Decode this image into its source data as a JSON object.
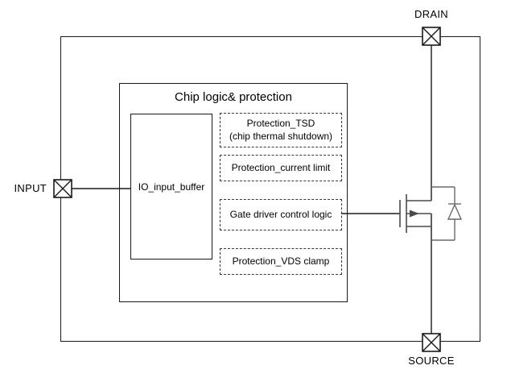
{
  "diagram": {
    "pads": {
      "input_label": "INPUT",
      "drain_label": "DRAIN",
      "source_label": "SOURCE"
    },
    "chip_block": {
      "title": "Chip logic& protection",
      "io_buffer_label": "IO_input_buffer",
      "protection_tsd_line1": "Protection_TSD",
      "protection_tsd_line2": "(chip thermal shutdown)",
      "protection_current_label": "Protection_current limit",
      "gate_driver_label": "Gate driver control logic",
      "protection_vds_label": "Protection_VDS clamp"
    },
    "symbols": {
      "transistor": "n-channel-power-mosfet",
      "diode": "body-diode",
      "pad": "bond-pad-x-box"
    },
    "colors": {
      "line": "#1a1a1a",
      "symbol": "#4a4a4a",
      "diode": "#6a6a6a",
      "background": "#ffffff"
    }
  }
}
